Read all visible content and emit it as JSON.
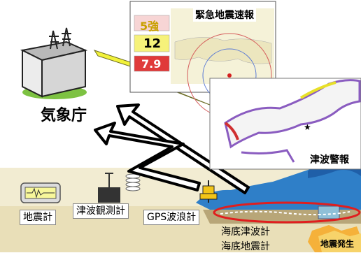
{
  "agency": {
    "label": "気象庁"
  },
  "eew_screen": {
    "title": "緊急地震速報",
    "intensity_value": "5強",
    "arrival_seconds": "12",
    "magnitude": "7.9",
    "colors": {
      "intensity_bg": "#f7d5d5",
      "seconds_bg": "#f6f27a",
      "magnitude_bg": "#e03a3a"
    }
  },
  "tsunami_screen": {
    "title": "津波警報"
  },
  "instruments": {
    "seismometer": "地震計",
    "tide_gauge": "津波観測計",
    "gps_buoy": "GPS波浪計",
    "seafloor_tsunami": "海底津波計",
    "seafloor_seismometer": "海底地震計"
  },
  "event": {
    "label": "地震発生"
  },
  "colors": {
    "sea": "#2f7fc8",
    "ground": "#e9dfb8",
    "arrow_fill": "#ffffff",
    "lightning": "#f2f23a",
    "highlight_ellipse": "#e01e1e"
  }
}
